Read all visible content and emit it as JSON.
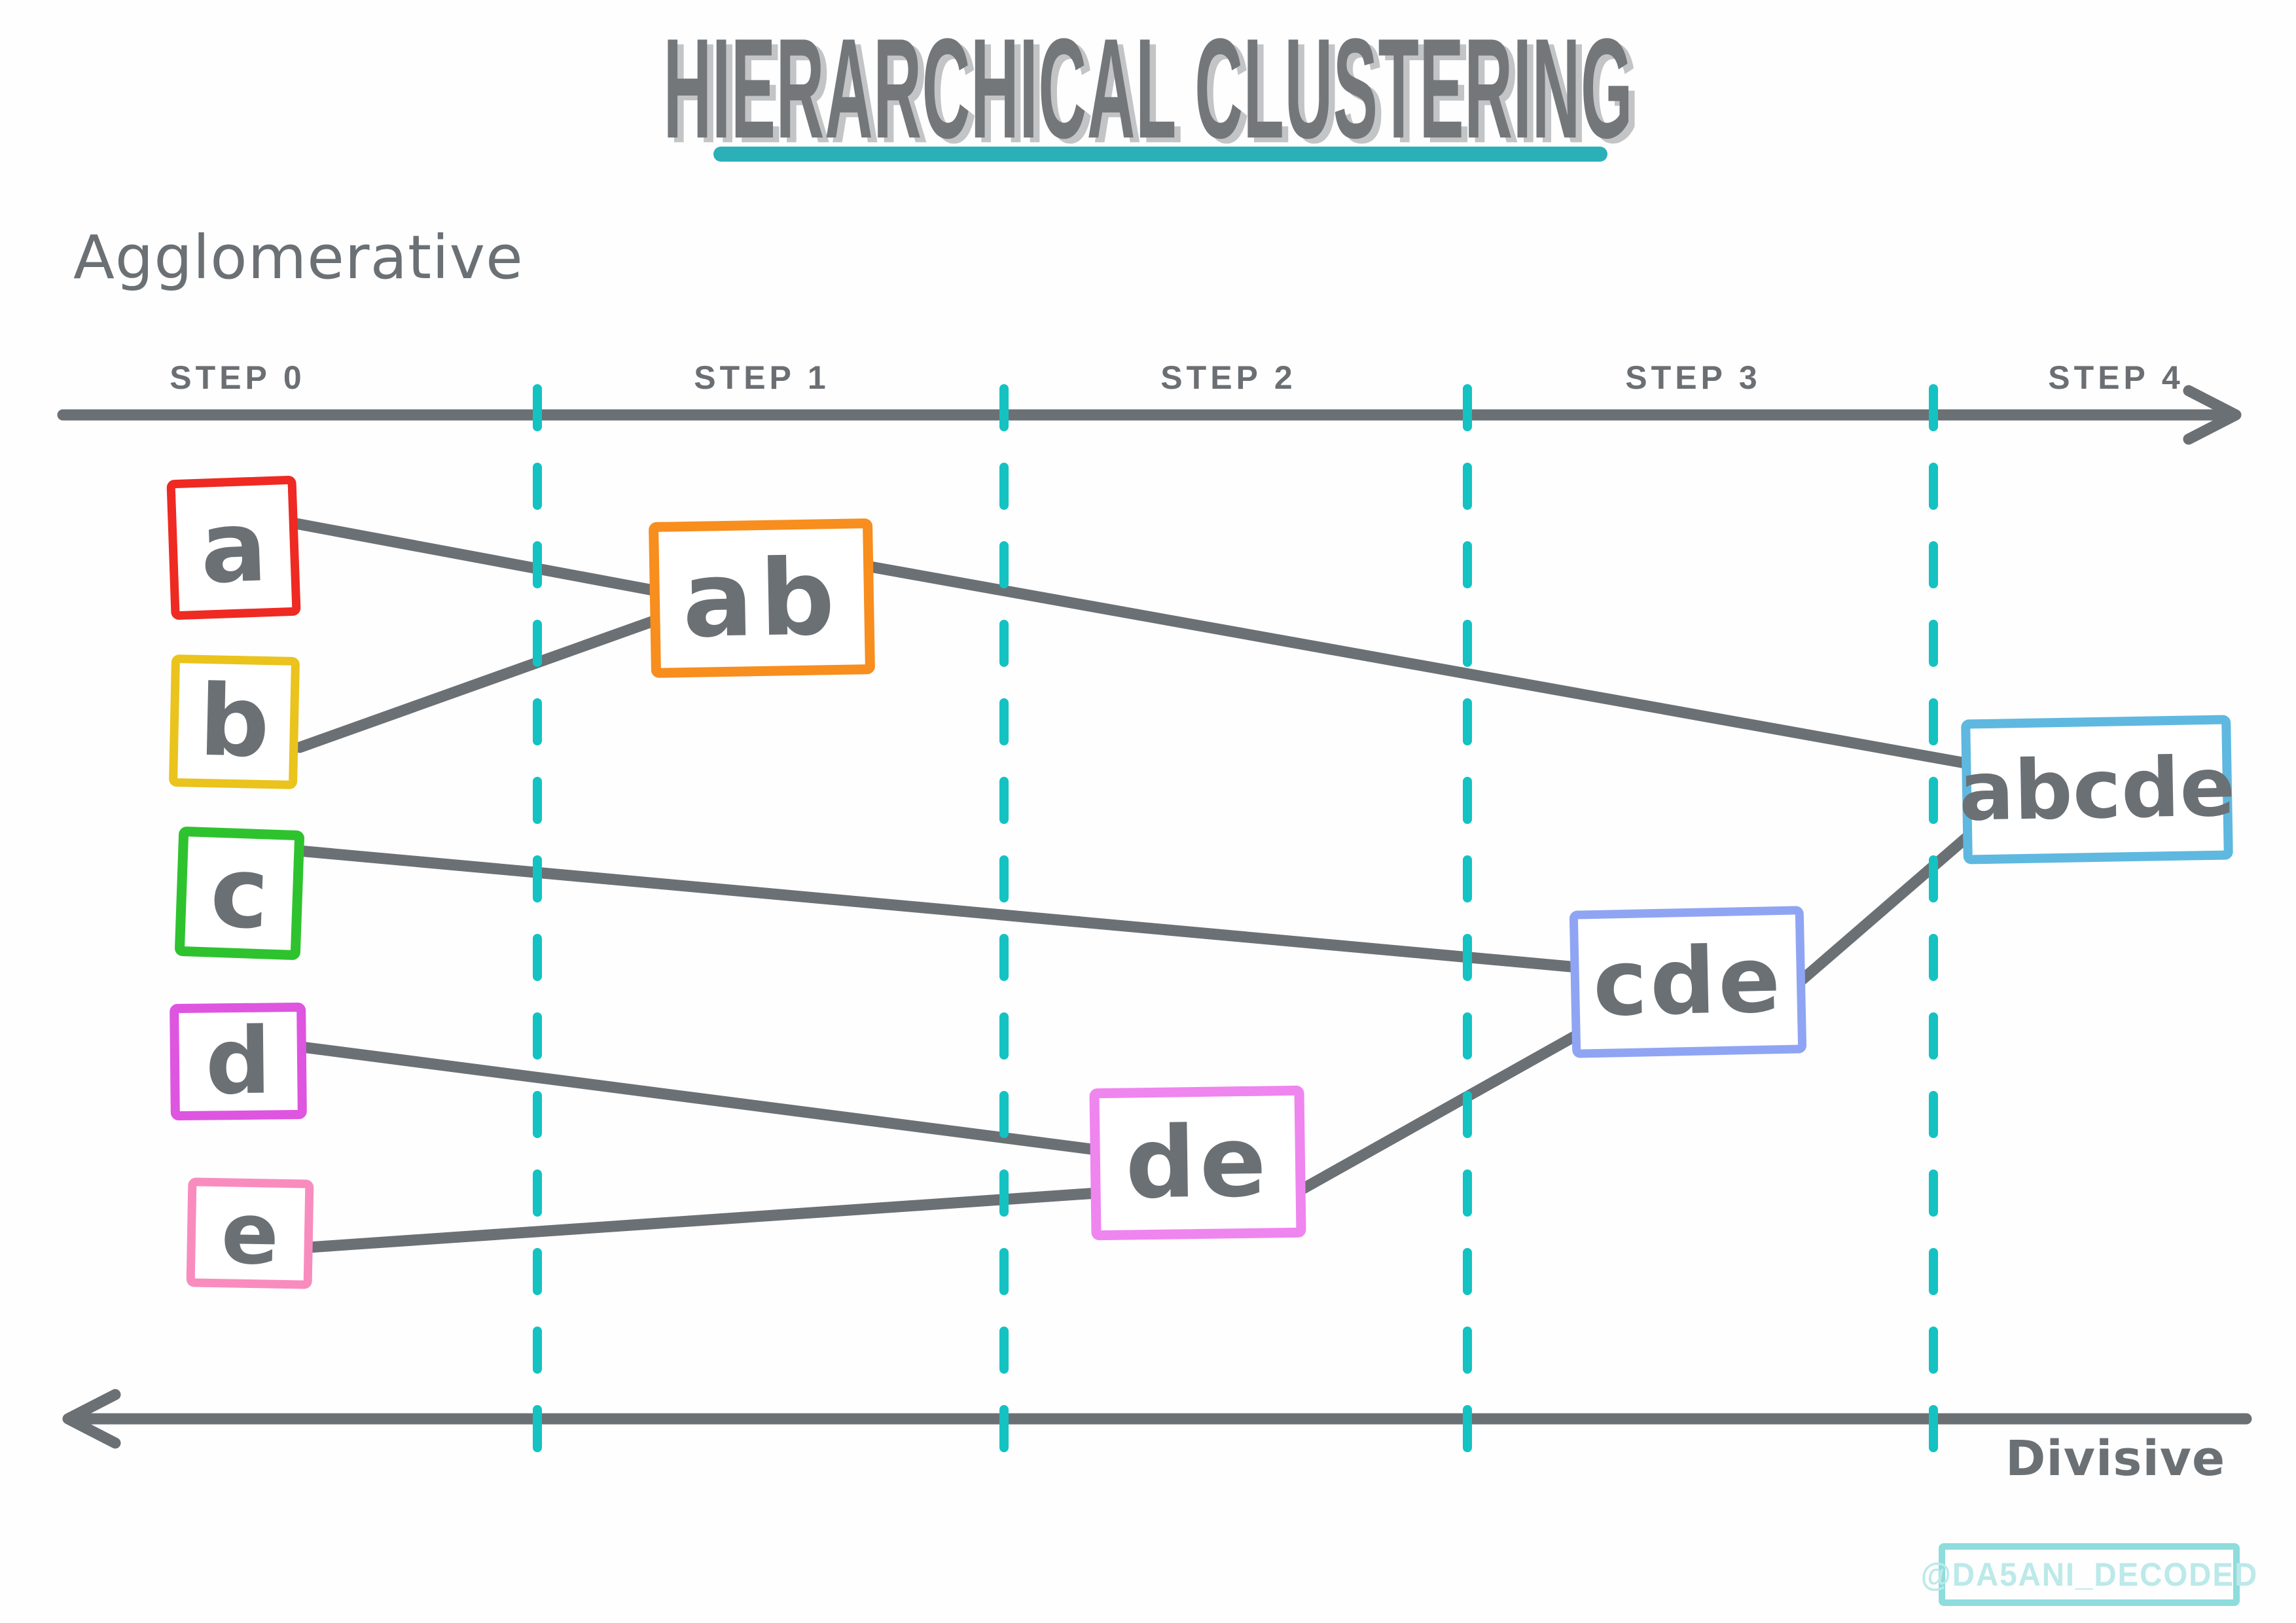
{
  "title": {
    "text": "HIERARCHICAL CLUSTERING"
  },
  "methods": {
    "agglomerative": "Agglomerative",
    "divisive": "Divisive"
  },
  "timeline": {
    "steps": [
      "STEP 0",
      "STEP 1",
      "STEP 2",
      "STEP 3",
      "STEP 4"
    ]
  },
  "clusters": [
    {
      "id": "a",
      "label": "a",
      "color": "#ee2a22"
    },
    {
      "id": "b",
      "label": "b",
      "color": "#eac31d"
    },
    {
      "id": "ab",
      "label": "ab",
      "color": "#f78e1e"
    },
    {
      "id": "c",
      "label": "c",
      "color": "#2ec32e"
    },
    {
      "id": "d",
      "label": "d",
      "color": "#de55e0"
    },
    {
      "id": "e",
      "label": "e",
      "color": "#f98cbe"
    },
    {
      "id": "de",
      "label": "de",
      "color": "#ef85ef"
    },
    {
      "id": "cde",
      "label": "cde",
      "color": "#8fa5f3"
    },
    {
      "id": "abcde",
      "label": "abcde",
      "color": "#5fb8e0"
    }
  ],
  "merges": [
    {
      "step": 1,
      "inputs": [
        "a",
        "b"
      ],
      "output": "ab"
    },
    {
      "step": 2,
      "inputs": [
        "d",
        "e"
      ],
      "output": "de"
    },
    {
      "step": 3,
      "inputs": [
        "c",
        "de"
      ],
      "output": "cde"
    },
    {
      "step": 4,
      "inputs": [
        "ab",
        "cde"
      ],
      "output": "abcde"
    }
  ],
  "watermark": {
    "text": "@DA5ANI_DECODED"
  },
  "colors": {
    "ink_gray": "#6b7075",
    "title_gray": "#74777a",
    "title_shadow": "#c2c4c6",
    "accent_teal": "#2cb0b8",
    "divider_teal": "#14c2c2",
    "watermark_teal": "#bce9e9",
    "watermark_border": "#8edcdc"
  }
}
